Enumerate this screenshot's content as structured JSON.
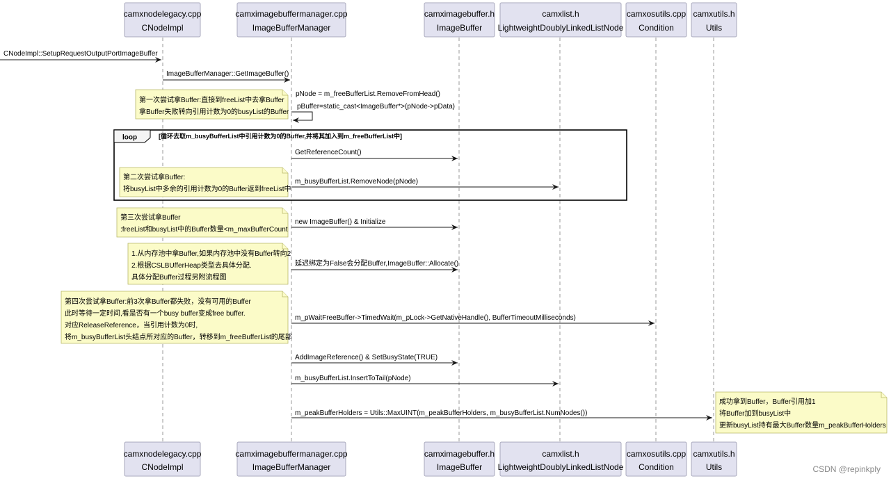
{
  "participants": [
    {
      "id": "cnode",
      "line1": "camxnodelegacy.cpp",
      "line2": "CNodeImpl"
    },
    {
      "id": "ibm",
      "line1": "camximagebuffermanager.cpp",
      "line2": "ImageBufferManager"
    },
    {
      "id": "ib",
      "line1": "camximagebuffer.h",
      "line2": "ImageBuffer"
    },
    {
      "id": "list",
      "line1": "camxlist.h",
      "line2": "LightweightDoublyLinkedListNode"
    },
    {
      "id": "cond",
      "line1": "camxosutils.cpp",
      "line2": "Condition"
    },
    {
      "id": "utils",
      "line1": "camxutils.h",
      "line2": "Utils"
    }
  ],
  "messages": [
    {
      "from": "external",
      "to": "cnode",
      "label": "CNodeImpl::SetupRequestOutputPortImageBuffer"
    },
    {
      "from": "cnode",
      "to": "ibm",
      "label": "ImageBufferManager::GetImageBuffer()"
    },
    {
      "from": "ibm",
      "to": "ibm",
      "label": "pNode = m_freeBufferList.RemoveFromHead()",
      "label2": "pBuffer=static_cast<ImageBuffer*>(pNode->pData)"
    },
    {
      "from": "ibm",
      "to": "ib",
      "label": "GetReferenceCount()"
    },
    {
      "from": "ibm",
      "to": "list",
      "label": "m_busyBufferList.RemoveNode(pNode)"
    },
    {
      "from": "ibm",
      "to": "ib",
      "label": "new ImageBuffer() & Initialize"
    },
    {
      "from": "ibm",
      "to": "ib",
      "label": "延迟绑定为False会分配Buffer,ImageBuffer::Allocate()"
    },
    {
      "from": "ibm",
      "to": "cond",
      "label": "m_pWaitFreeBuffer->TimedWait(m_pLock->GetNativeHandle(), BufferTimeoutMilliseconds)"
    },
    {
      "from": "ibm",
      "to": "ib",
      "label": "AddImageReference() & SetBusyState(TRUE)"
    },
    {
      "from": "ibm",
      "to": "list",
      "label": "m_busyBufferList.InsertToTail(pNode)"
    },
    {
      "from": "ibm",
      "to": "utils",
      "label": "m_peakBufferHolders = Utils::MaxUINT(m_peakBufferHolders, m_busyBufferList.NumNodes())"
    }
  ],
  "notes": [
    {
      "lines": [
        "第一次尝试拿Buffer:直接到freeList中去拿Buffer",
        "拿Buffer失败转向引用计数为0的busyList的Buffer"
      ]
    },
    {
      "lines": [
        "第二次尝试拿Buffer:",
        "将busyList中多余的引用计数为0的Buffer返到freeList中"
      ]
    },
    {
      "lines": [
        "第三次尝试拿Buffer",
        ":freeList和busyList中的Buffer数量<m_maxBufferCount"
      ]
    },
    {
      "lines": [
        "1.从内存池中拿Buffer,如果内存池中没有Buffer转向2",
        "2.根据CSLBUfferHeap类型去具体分配.",
        "具体分配Buffer过程另附流程图"
      ]
    },
    {
      "lines": [
        "第四次尝试拿Buffer:前3次拿Buffer都失败，没有可用的Buffer",
        "此时等待一定时间,看是否有一个busy buffer变成free buffer.",
        "对应ReleaseReference，当引用计数为0时,",
        "将m_busyBufferList头结点所对应的Buffer，转移到m_freeBufferList的尾部"
      ]
    },
    {
      "lines": [
        "成功拿到Buffer，Buffer引用加1",
        "将Buffer加到busyList中",
        "更新busyList持有最大Buffer数量m_peakBufferHolders"
      ]
    }
  ],
  "loop": {
    "label": "loop",
    "guard": "[循环去取m_busyBufferList中引用计数为0的Buffer,并将其加入到m_freeBufferList中]"
  },
  "watermark": "CSDN @repinkply"
}
